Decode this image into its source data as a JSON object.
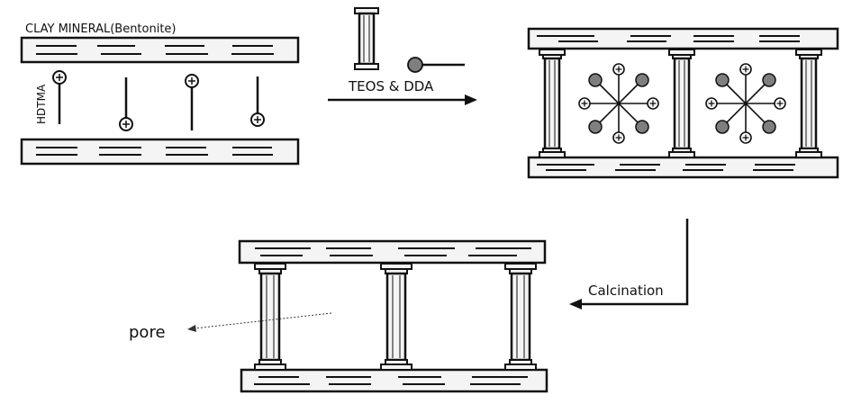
{
  "labels": {
    "clay_mineral": "CLAY MINERAL(Bentonite)",
    "hdtma": "HDTMA",
    "teos_dda": "TEOS & DDA",
    "calcination": "Calcination",
    "pore": "pore"
  },
  "colors": {
    "stroke": "#111111",
    "fill": "#f4f4f4",
    "sphere": "#7f7f7f",
    "background": "#ffffff"
  },
  "icons": {
    "pillar": "pillar-column-icon",
    "positive_charge": "plus-circle-icon",
    "surfactant": "lollipop-molecule-icon"
  }
}
